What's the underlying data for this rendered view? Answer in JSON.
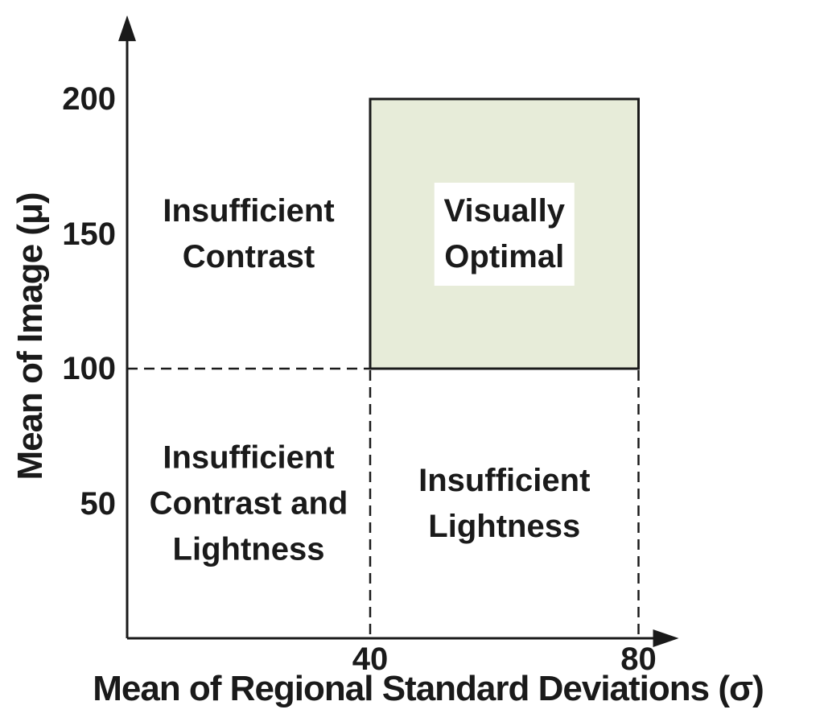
{
  "chart_data": {
    "type": "region-diagram",
    "title": "",
    "xlabel": "Mean of Regional Standard Deviations (σ)",
    "ylabel": "Mean of Image (μ)",
    "x_ticks": [
      40,
      80
    ],
    "y_ticks": [
      50,
      100,
      150,
      200
    ],
    "xlim": [
      0,
      86
    ],
    "ylim": [
      0,
      231
    ],
    "grid": false,
    "legend_position": "none",
    "axis_color": "#1a1a1a",
    "text_color": "#1a1a1a",
    "optimal_fill": "#e7ecd9",
    "optimal_label_bg": "#ffffff",
    "regions": [
      {
        "id": "insufficient-contrast",
        "label_lines": [
          "Insufficient",
          "Contrast"
        ],
        "x": [
          0,
          40
        ],
        "y": [
          100,
          200
        ],
        "filled": false,
        "label_boxed": false
      },
      {
        "id": "visually-optimal",
        "label_lines": [
          "Visually",
          "Optimal"
        ],
        "x": [
          40,
          80
        ],
        "y": [
          100,
          200
        ],
        "filled": true,
        "label_boxed": true
      },
      {
        "id": "insufficient-contrast-and-lightness",
        "label_lines": [
          "Insufficient",
          "Contrast and",
          "Lightness"
        ],
        "x": [
          0,
          40
        ],
        "y": [
          0,
          100
        ],
        "filled": false,
        "label_boxed": false
      },
      {
        "id": "insufficient-lightness",
        "label_lines": [
          "Insufficient",
          "Lightness"
        ],
        "x": [
          40,
          80
        ],
        "y": [
          0,
          100
        ],
        "filled": false,
        "label_boxed": false
      }
    ],
    "boundaries": {
      "horizontal_mu": 100,
      "vertical_sigma": [
        40,
        80
      ]
    }
  }
}
